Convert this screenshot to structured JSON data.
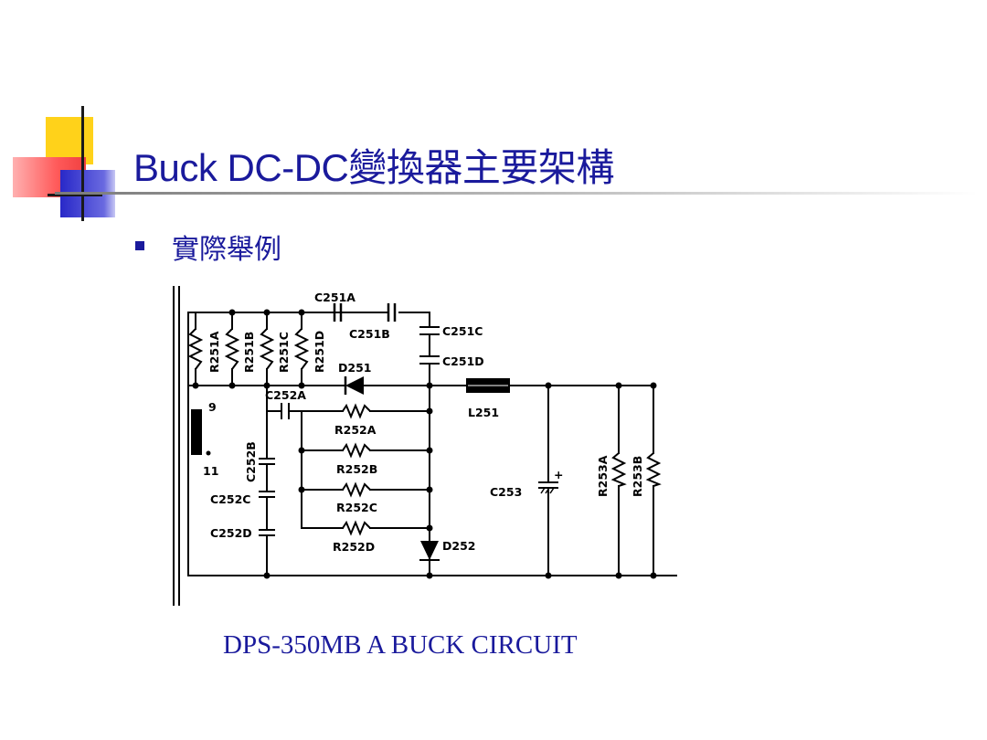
{
  "slide": {
    "title": "Buck DC-DC變換器主要架構",
    "bullet": "實際舉例",
    "caption": "DPS-350MB A BUCK CIRCUIT"
  },
  "colors": {
    "title": "#1a1a9c",
    "deco_yellow": "#ffd21a",
    "deco_red": "#ff5a5a",
    "deco_blue": "#3535d0"
  },
  "schematic": {
    "labels": {
      "c251a": "C251A",
      "c251b": "C251B",
      "c251c": "C251C",
      "c251d": "C251D",
      "r251a": "R251A",
      "r251b": "R251B",
      "r251c": "R251C",
      "r251d": "R251D",
      "d251": "D251",
      "c252a": "C252A",
      "r252a": "R252A",
      "r252b": "R252B",
      "r252c": "R252C",
      "r252d": "R252D",
      "c252b": "C252B",
      "c252c": "C252C",
      "c252d": "C252D",
      "l251": "L251",
      "c253": "C253",
      "r253a": "R253A",
      "r253b": "R253B",
      "d252": "D252",
      "pin9": "9",
      "pin11": "11",
      "plus": "+"
    }
  }
}
